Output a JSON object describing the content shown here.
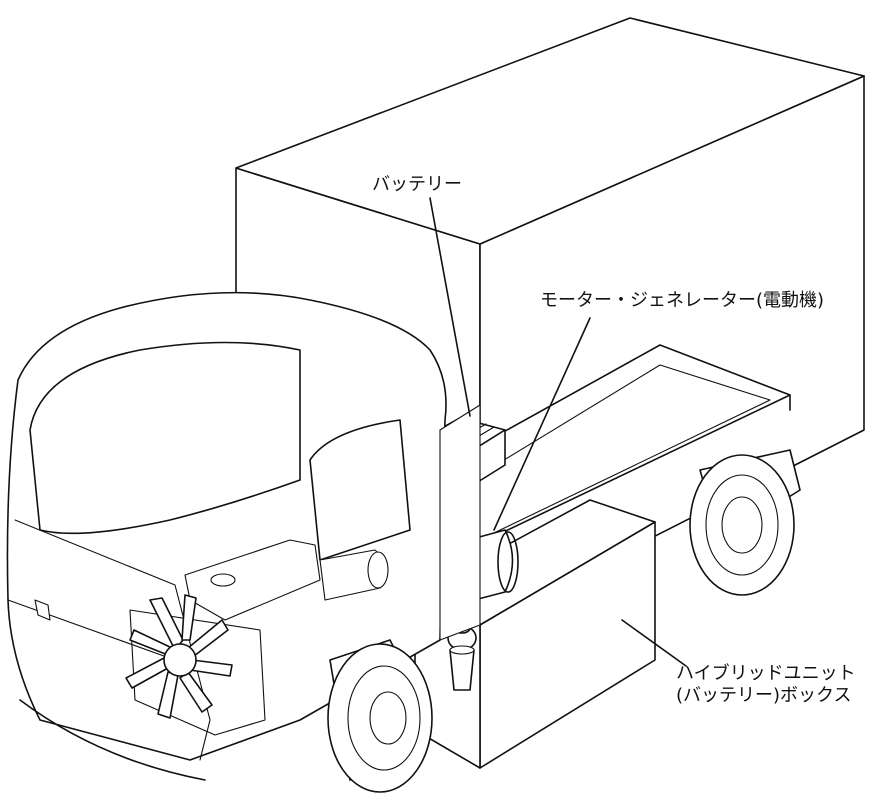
{
  "labels": {
    "battery": "バッテリー",
    "motor_generator": "モーター・ジェネレーター(電動機)",
    "hybrid_unit_line1": "ハイブリッドユニット",
    "hybrid_unit_line2": "(バッテリー)ボックス"
  },
  "colors": {
    "line": "#111111",
    "background": "#ffffff"
  }
}
